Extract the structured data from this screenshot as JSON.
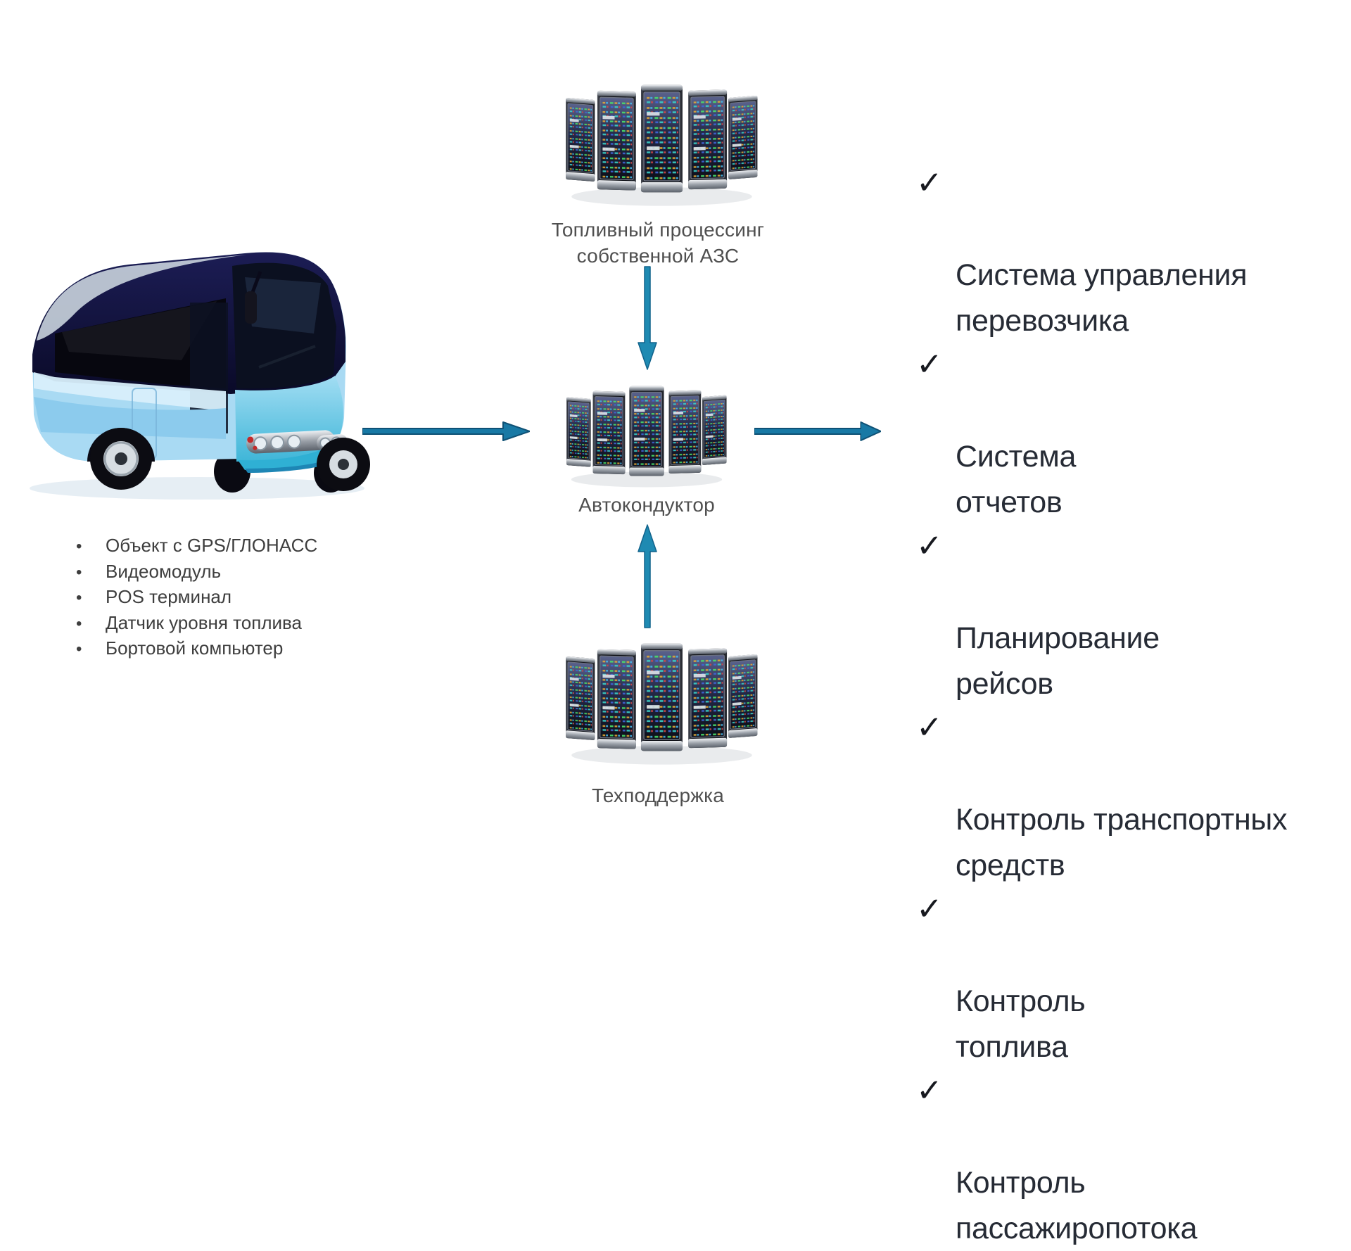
{
  "bus": {
    "features": [
      "Объект с GPS/ГЛОНАСС",
      "Видеомодуль",
      "POS терминал",
      "Датчик уровня топлива",
      "Бортовой компьютер"
    ]
  },
  "nodes": {
    "fuel_processing": {
      "label": "Топливный процессинг\nсобственной АЗС"
    },
    "autoconductor": {
      "label": "Автокондуктор"
    },
    "support": {
      "label": "Техподдержка"
    }
  },
  "benefits": {
    "items": [
      "Система управления\nперевозчика",
      "Система\nотчетов",
      "Планирование\nрейсов",
      "Контроль транспортных\nсредств",
      "Контроль\nтоплива",
      "Контроль\nпассажиропотока"
    ]
  },
  "icons": {
    "check": "✓",
    "bullet": "•"
  },
  "colors": {
    "arrow_fill": "#1879a5",
    "arrow_stroke": "#0f5175",
    "text_dark": "#262b35",
    "label_gray": "#4f4f4f"
  }
}
